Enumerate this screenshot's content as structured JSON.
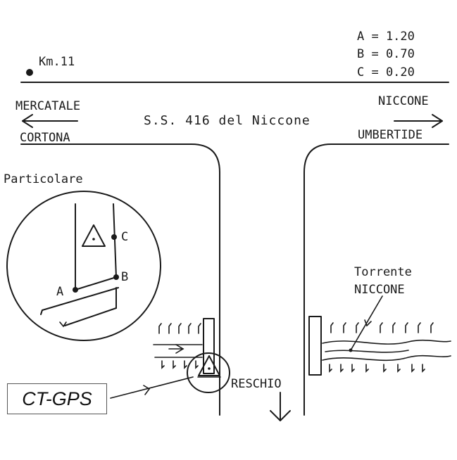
{
  "legend": {
    "a": "A = 1.20",
    "b": "B = 0.70",
    "c": "C = 0.20"
  },
  "km_label": "Km.11",
  "road_name": "S.S. 416 del Niccone",
  "left_destinations": [
    "MERCATALE",
    "CORTONA"
  ],
  "right_destinations": [
    "NICCONE",
    "UMBERTIDE"
  ],
  "detail_title": "Particolare",
  "detail_points": [
    "A",
    "B",
    "C"
  ],
  "torrente_label": [
    "Torrente",
    "NICCONE"
  ],
  "reschio_label": "RESCHIO",
  "ctgps_label": "CT-GPS"
}
